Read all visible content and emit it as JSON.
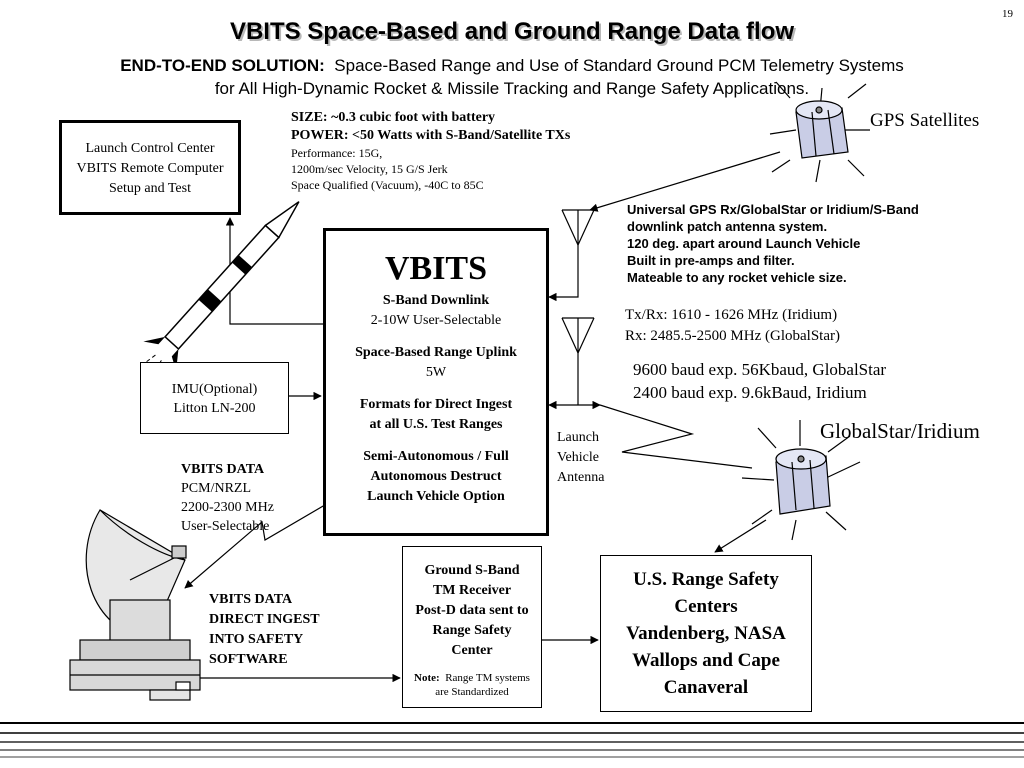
{
  "page_number": "19",
  "title": "VBITS Space-Based and Ground Range Data flow",
  "subtitle": {
    "bold_lead": "END-TO-END SOLUTION:",
    "line1": "Space-Based Range and Use of Standard Ground PCM Telemetry Systems",
    "line2": "for All High-Dynamic Rocket & Missile Tracking and Range Safety Applications."
  },
  "specs": {
    "size": "SIZE:  ~0.3 cubic foot with battery",
    "power": "POWER: <50 Watts with S-Band/Satellite TXs",
    "perf1": "Performance:  15G,",
    "perf2": "1200m/sec Velocity, 15 G/S Jerk",
    "perf3": "Space Qualified (Vacuum), -40C to 85C"
  },
  "launch_control": {
    "line1": "Launch Control Center",
    "line2": "VBITS Remote Computer",
    "line3": "Setup and Test"
  },
  "imu": {
    "line1": "IMU(Optional)",
    "line2": "Litton LN-200"
  },
  "vbits_data": {
    "line1": "VBITS DATA",
    "line2": "PCM/NRZL",
    "line3": "2200-2300 MHz",
    "line4": "User-Selectable"
  },
  "direct_ingest": {
    "line1": "VBITS DATA",
    "line2": "DIRECT INGEST",
    "line3": "INTO SAFETY",
    "line4": "SOFTWARE"
  },
  "vbits_box": {
    "heading": "VBITS",
    "sband_title": "S-Band Downlink",
    "sband_value": "2-10W User-Selectable",
    "uplink_title": "Space-Based Range Uplink",
    "uplink_value": "5W",
    "formats1": "Formats for Direct Ingest",
    "formats2": "at all U.S. Test Ranges",
    "semi1": "Semi-Autonomous / Full",
    "semi2": "Autonomous Destruct",
    "semi3": "Launch Vehicle Option"
  },
  "gps_label": "GPS Satellites",
  "antenna_desc": {
    "line1": "Universal GPS Rx/GlobalStar or Iridium/S-Band",
    "line2": "downlink patch antenna system.",
    "line3": "120 deg. apart around Launch Vehicle",
    "line4": "Built in pre-amps and filter.",
    "line5": "Mateable to any rocket vehicle size."
  },
  "freq": {
    "line1": "Tx/Rx:  1610 - 1626 MHz (Iridium)",
    "line2": "Rx:   2485.5-2500 MHz (GlobalStar)"
  },
  "baud": {
    "line1": "9600 baud exp. 56Kbaud, GlobalStar",
    "line2": "2400 baud exp. 9.6kBaud, Iridium"
  },
  "globalstar_label": "GlobalStar/Iridium",
  "launch_antenna": {
    "line1": "Launch",
    "line2": "Vehicle",
    "line3": "Antenna"
  },
  "ground_receiver": {
    "line1": "Ground S-Band",
    "line2": "TM Receiver",
    "line3": "Post-D data sent to",
    "line4": "Range Safety",
    "line5": "Center",
    "note_label": "Note:",
    "note_text": "Range TM systems",
    "note_text2": "are Standardized"
  },
  "range_safety": {
    "line1": "U.S. Range Safety",
    "line2": "Centers",
    "line3": "Vandenberg, NASA",
    "line4": "Wallops and Cape",
    "line5": "Canaveral"
  },
  "icons": [
    "gps-satellite-icon",
    "globalstar-satellite-icon",
    "rocket-icon",
    "ground-dish-antenna-icon",
    "yagi-antenna-icon"
  ]
}
